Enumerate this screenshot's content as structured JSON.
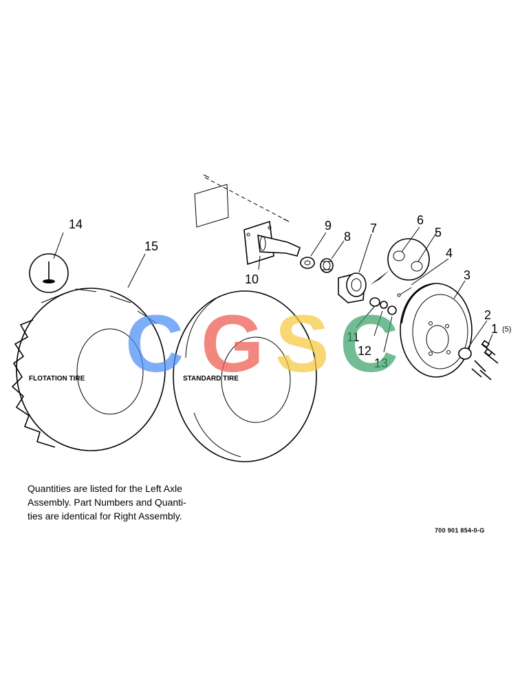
{
  "diagram": {
    "callouts": {
      "c1": "1",
      "c1_qty": "(5)",
      "c2": "2",
      "c3": "3",
      "c4": "4",
      "c5": "5",
      "c6": "6",
      "c7": "7",
      "c8": "8",
      "c9": "9",
      "c10": "10",
      "c11": "11",
      "c12": "12",
      "c13": "13",
      "c14": "14",
      "c15": "15"
    },
    "tire_labels": {
      "flotation": "FLOTATION TIRE",
      "standard": "STANDARD TIRE"
    }
  },
  "watermark": {
    "letters": [
      "C",
      "G",
      "S",
      "C"
    ],
    "colors": [
      "#4d8ef5",
      "#ee5a4f",
      "#f6c940",
      "#3da36b"
    ]
  },
  "note": "Quantities are listed for the Left Axle\nAssembly. Part Numbers and Quanti-\nties are identical for Right Assembly.",
  "drawing_number": "700 901 854-0-G"
}
